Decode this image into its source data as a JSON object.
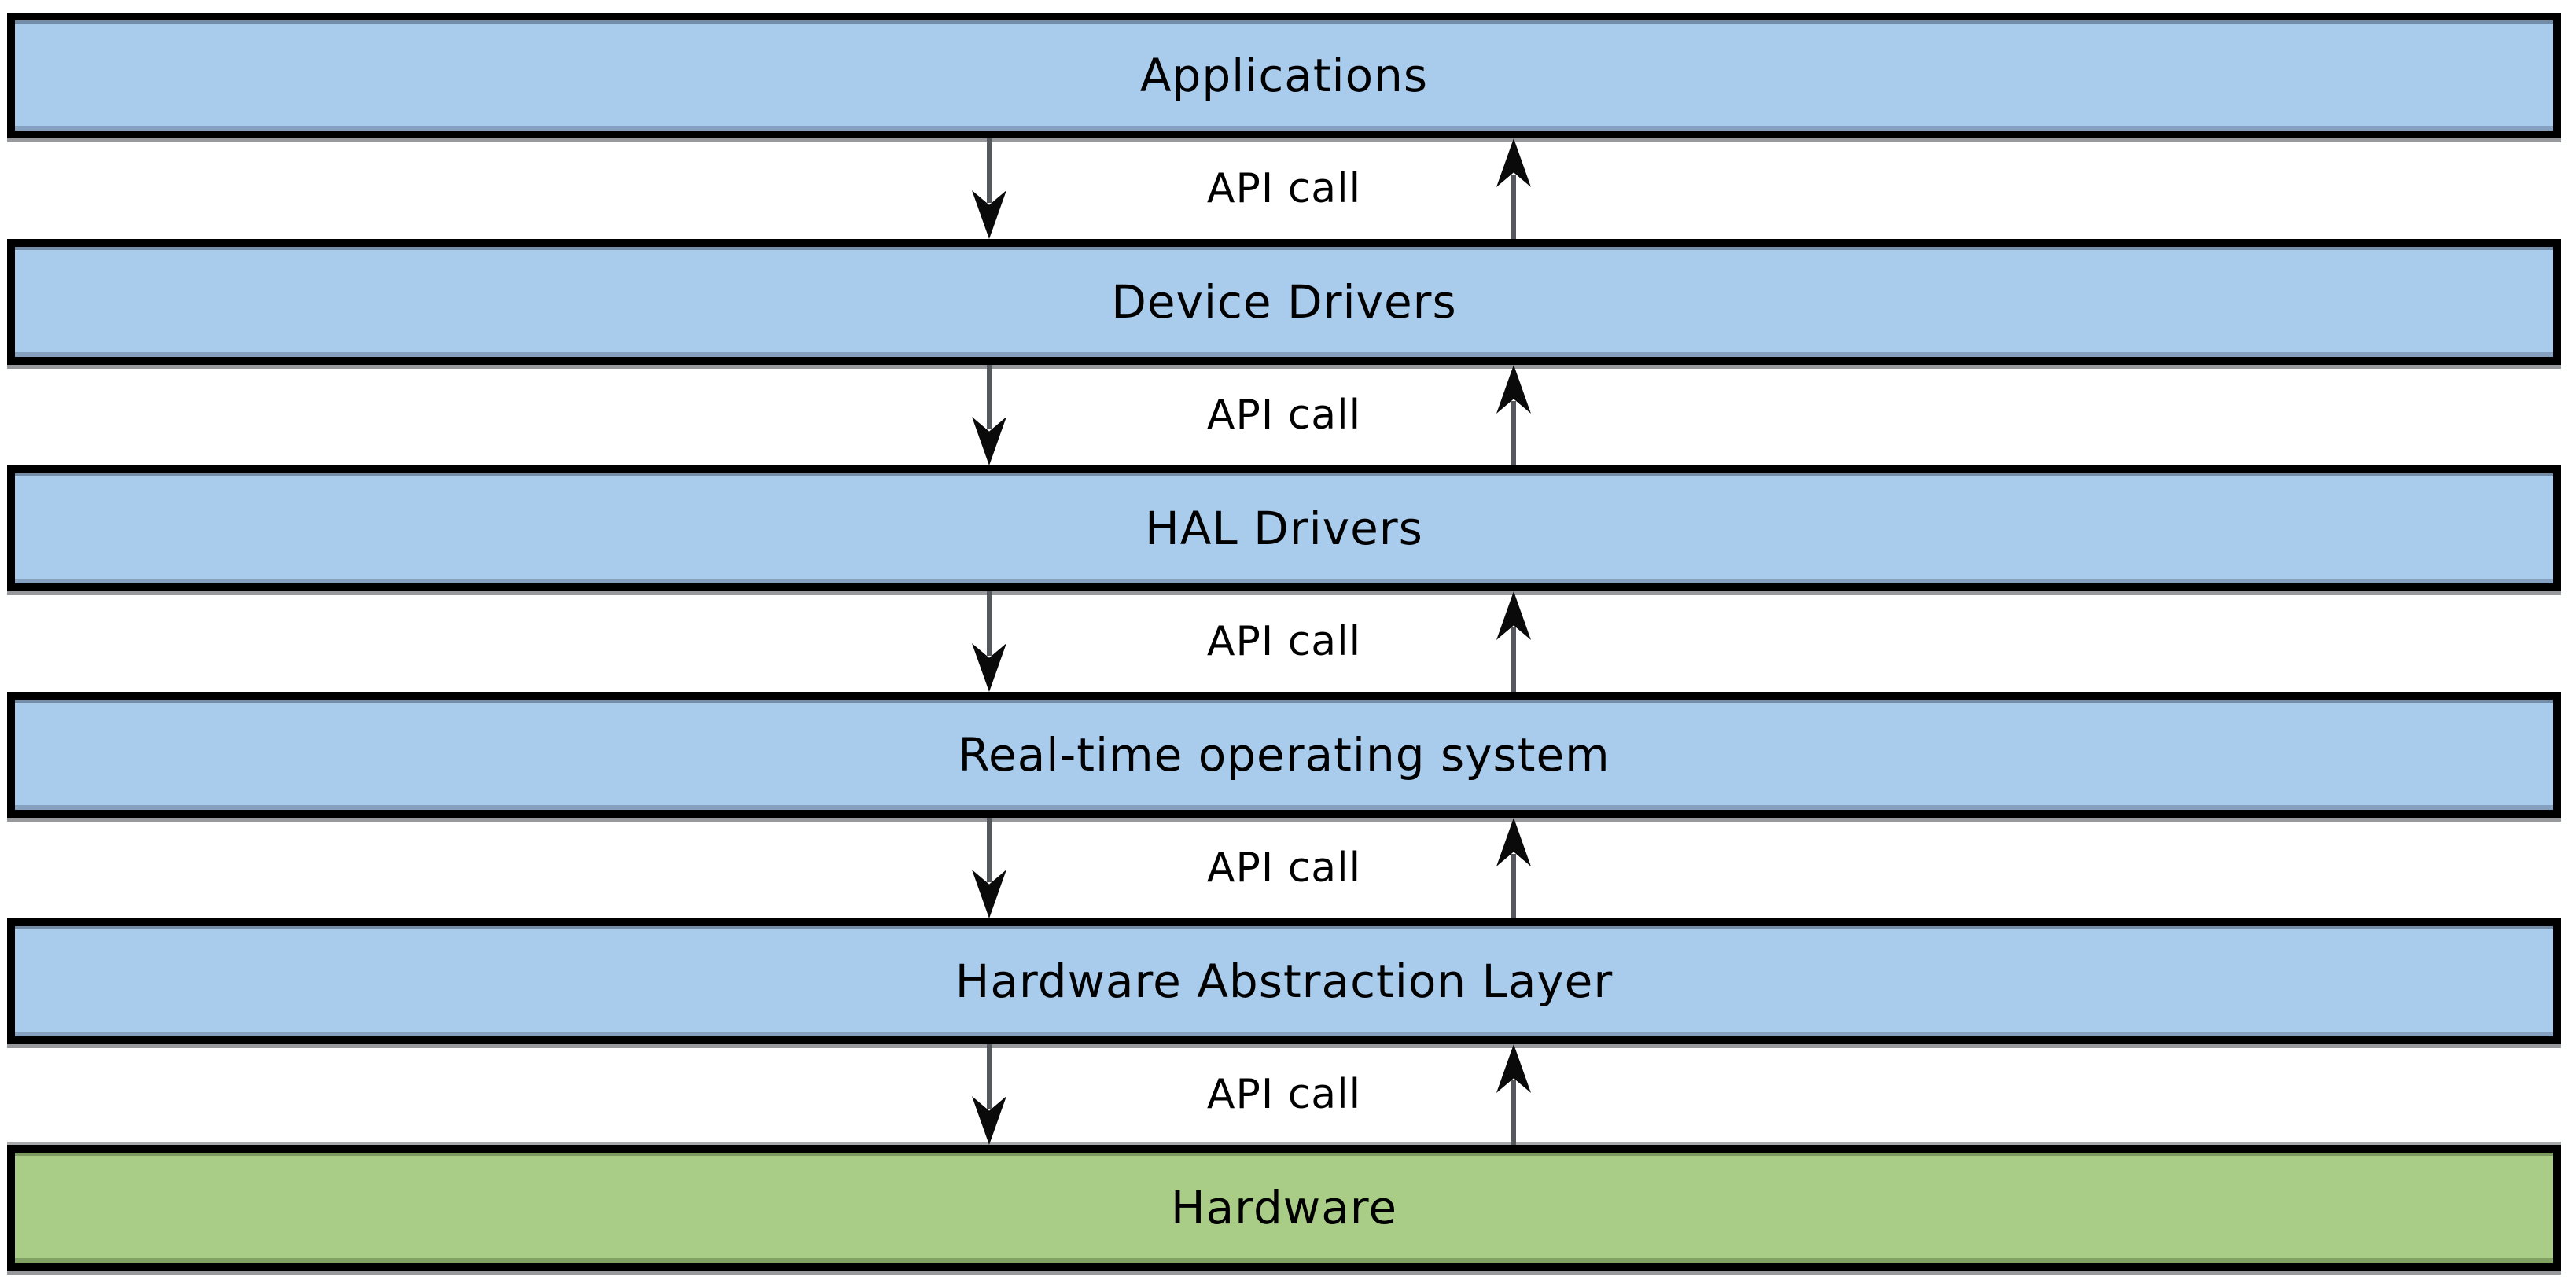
{
  "diagram": {
    "kind": "layered-software-architecture",
    "connector_label": "API call"
  },
  "layers": [
    {
      "label": "Applications",
      "fill": "#a9cbec"
    },
    {
      "label": "Device Drivers",
      "fill": "#a9cbec"
    },
    {
      "label": "HAL Drivers",
      "fill": "#a9cbec"
    },
    {
      "label": "Real-time operating system",
      "fill": "#a9cbec"
    },
    {
      "label": "Hardware Abstraction Layer",
      "fill": "#a9cbec"
    },
    {
      "label": "Hardware",
      "fill": "#a9cc86"
    }
  ],
  "connectors": [
    {
      "label": "API call"
    },
    {
      "label": "API call"
    },
    {
      "label": "API call"
    },
    {
      "label": "API call"
    },
    {
      "label": "API call"
    }
  ],
  "colors": {
    "blue_layer": "#a9cbec",
    "green_layer": "#a9cc86",
    "border": "#000000",
    "arrow_shaft": "#55585c",
    "arrow_head": "#0a0a0a",
    "drop_shadow": "#97999c",
    "text": "#000000",
    "background": "#ffffff"
  }
}
